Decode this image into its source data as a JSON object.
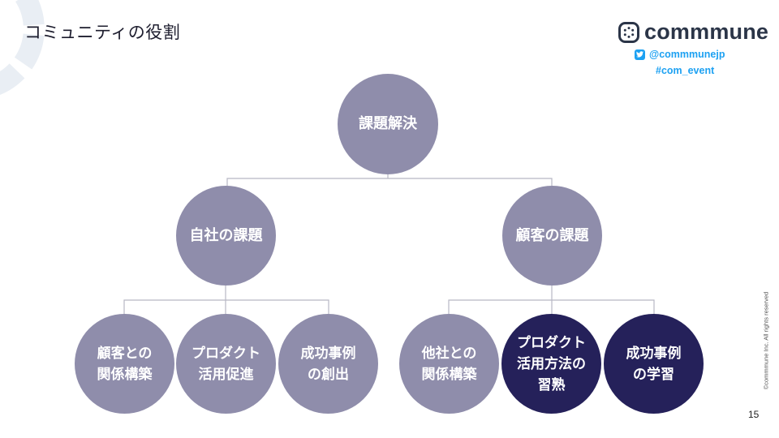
{
  "slide": {
    "title": "コミュニティの役割",
    "page_number": "15",
    "copyright": "©commmune Inc. All rights reserved"
  },
  "brand": {
    "name": "commmune",
    "twitter_handle": "@commmunejp",
    "hashtag": "#com_event",
    "logo_icon": "commmune-ring-icon",
    "social_icon": "twitter-icon"
  },
  "colors": {
    "node_light": "#8f8dab",
    "node_dark": "#25215a",
    "connector": "#b8b8c4",
    "deco": "#e9eef4"
  },
  "diagram": {
    "root": {
      "label": "課題解決"
    },
    "branches": [
      {
        "label": "自社の課題",
        "children": [
          {
            "label": "顧客との\n関係構築",
            "highlight": false
          },
          {
            "label": "プロダクト\n活用促進",
            "highlight": false
          },
          {
            "label": "成功事例\nの創出",
            "highlight": false
          }
        ]
      },
      {
        "label": "顧客の課題",
        "children": [
          {
            "label": "他社との\n関係構築",
            "highlight": false
          },
          {
            "label": "プロダクト\n活用方法の\n習熟",
            "highlight": true
          },
          {
            "label": "成功事例\nの学習",
            "highlight": true
          }
        ]
      }
    ]
  }
}
